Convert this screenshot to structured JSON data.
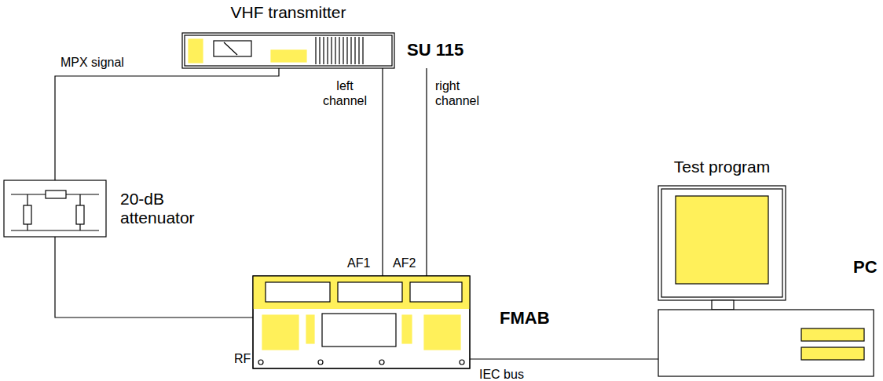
{
  "diagram": {
    "nodes": [
      {
        "text": [
          "VHF transmitter",
          "SU 115"
        ]
      },
      {
        "text": [
          "20-dB attenuator"
        ]
      },
      {
        "text": [
          "FMAB"
        ]
      },
      {
        "text": [
          "Test program",
          "PC"
        ]
      }
    ],
    "edges": [
      {
        "from": 0,
        "to": 1,
        "arrow": "none",
        "label": "MPX signal"
      },
      {
        "from": 1,
        "to": 2,
        "arrow": "none"
      },
      {
        "from": 0,
        "to": 2,
        "arrow": "none",
        "label": "left channel"
      },
      {
        "from": 0,
        "to": 2,
        "arrow": "none",
        "label": "right channel"
      },
      {
        "from": 2,
        "to": 3,
        "arrow": "none",
        "label": "IEC bus"
      }
    ],
    "labels": [
      "AF1",
      "AF2",
      "RF"
    ]
  }
}
